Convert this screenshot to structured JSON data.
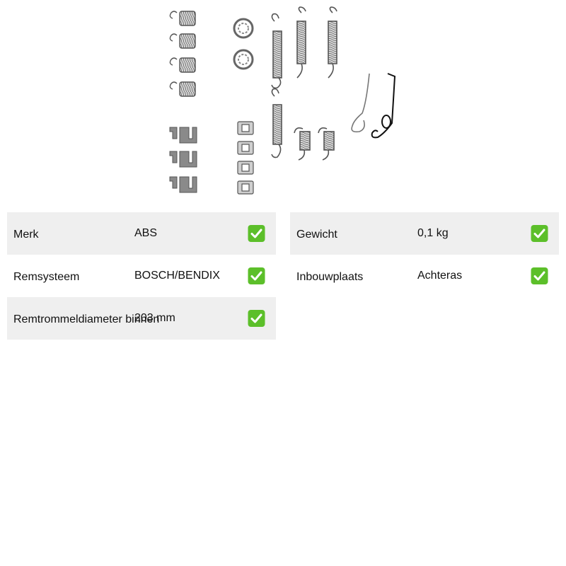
{
  "product_image": {
    "alt": "",
    "icon": "brake-spring-kit"
  },
  "specs_left": [
    {
      "label": "Merk",
      "value": "ABS",
      "status_icon": "check-icon"
    },
    {
      "label": "Remsysteem",
      "value": "BOSCH/BENDIX",
      "status_icon": "check-icon"
    },
    {
      "label": "Remtrommeldiameter binnen",
      "value": "203 mm",
      "status_icon": "check-icon"
    }
  ],
  "specs_right": [
    {
      "label": "Gewicht",
      "value": "0,1 kg",
      "status_icon": "check-icon"
    },
    {
      "label": "Inbouwplaats",
      "value": "Achteras",
      "status_icon": "check-icon"
    }
  ],
  "colors": {
    "row_shaded": "#efefef",
    "check_green": "#5cbf2a",
    "text": "#111111"
  }
}
